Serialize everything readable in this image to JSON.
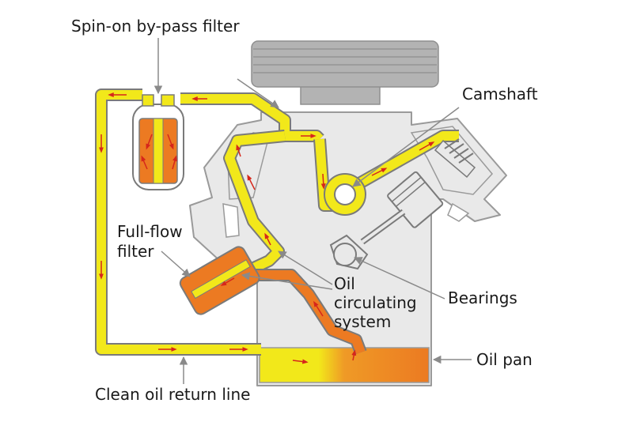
{
  "labels": {
    "spin_on_filter": "Spin-on by-pass filter",
    "camshaft": "Camshaft",
    "full_flow_filter_line1": "Full-flow",
    "full_flow_filter_line2": "filter",
    "oil_circ_line1": "Oil",
    "oil_circ_line2": "circulating",
    "oil_circ_line3": "system",
    "bearings": "Bearings",
    "oil_pan": "Oil pan",
    "return_line": "Clean oil return line"
  },
  "colors": {
    "oil_clean": "#f2e81a",
    "oil_dirty": "#ec7a22",
    "flow_arrow": "#d6261b",
    "engine_fill": "#e9e9e9",
    "engine_outline": "#9a9a9a",
    "pulley": "#b3b3b3",
    "leader_line": "#8a8a8a"
  }
}
